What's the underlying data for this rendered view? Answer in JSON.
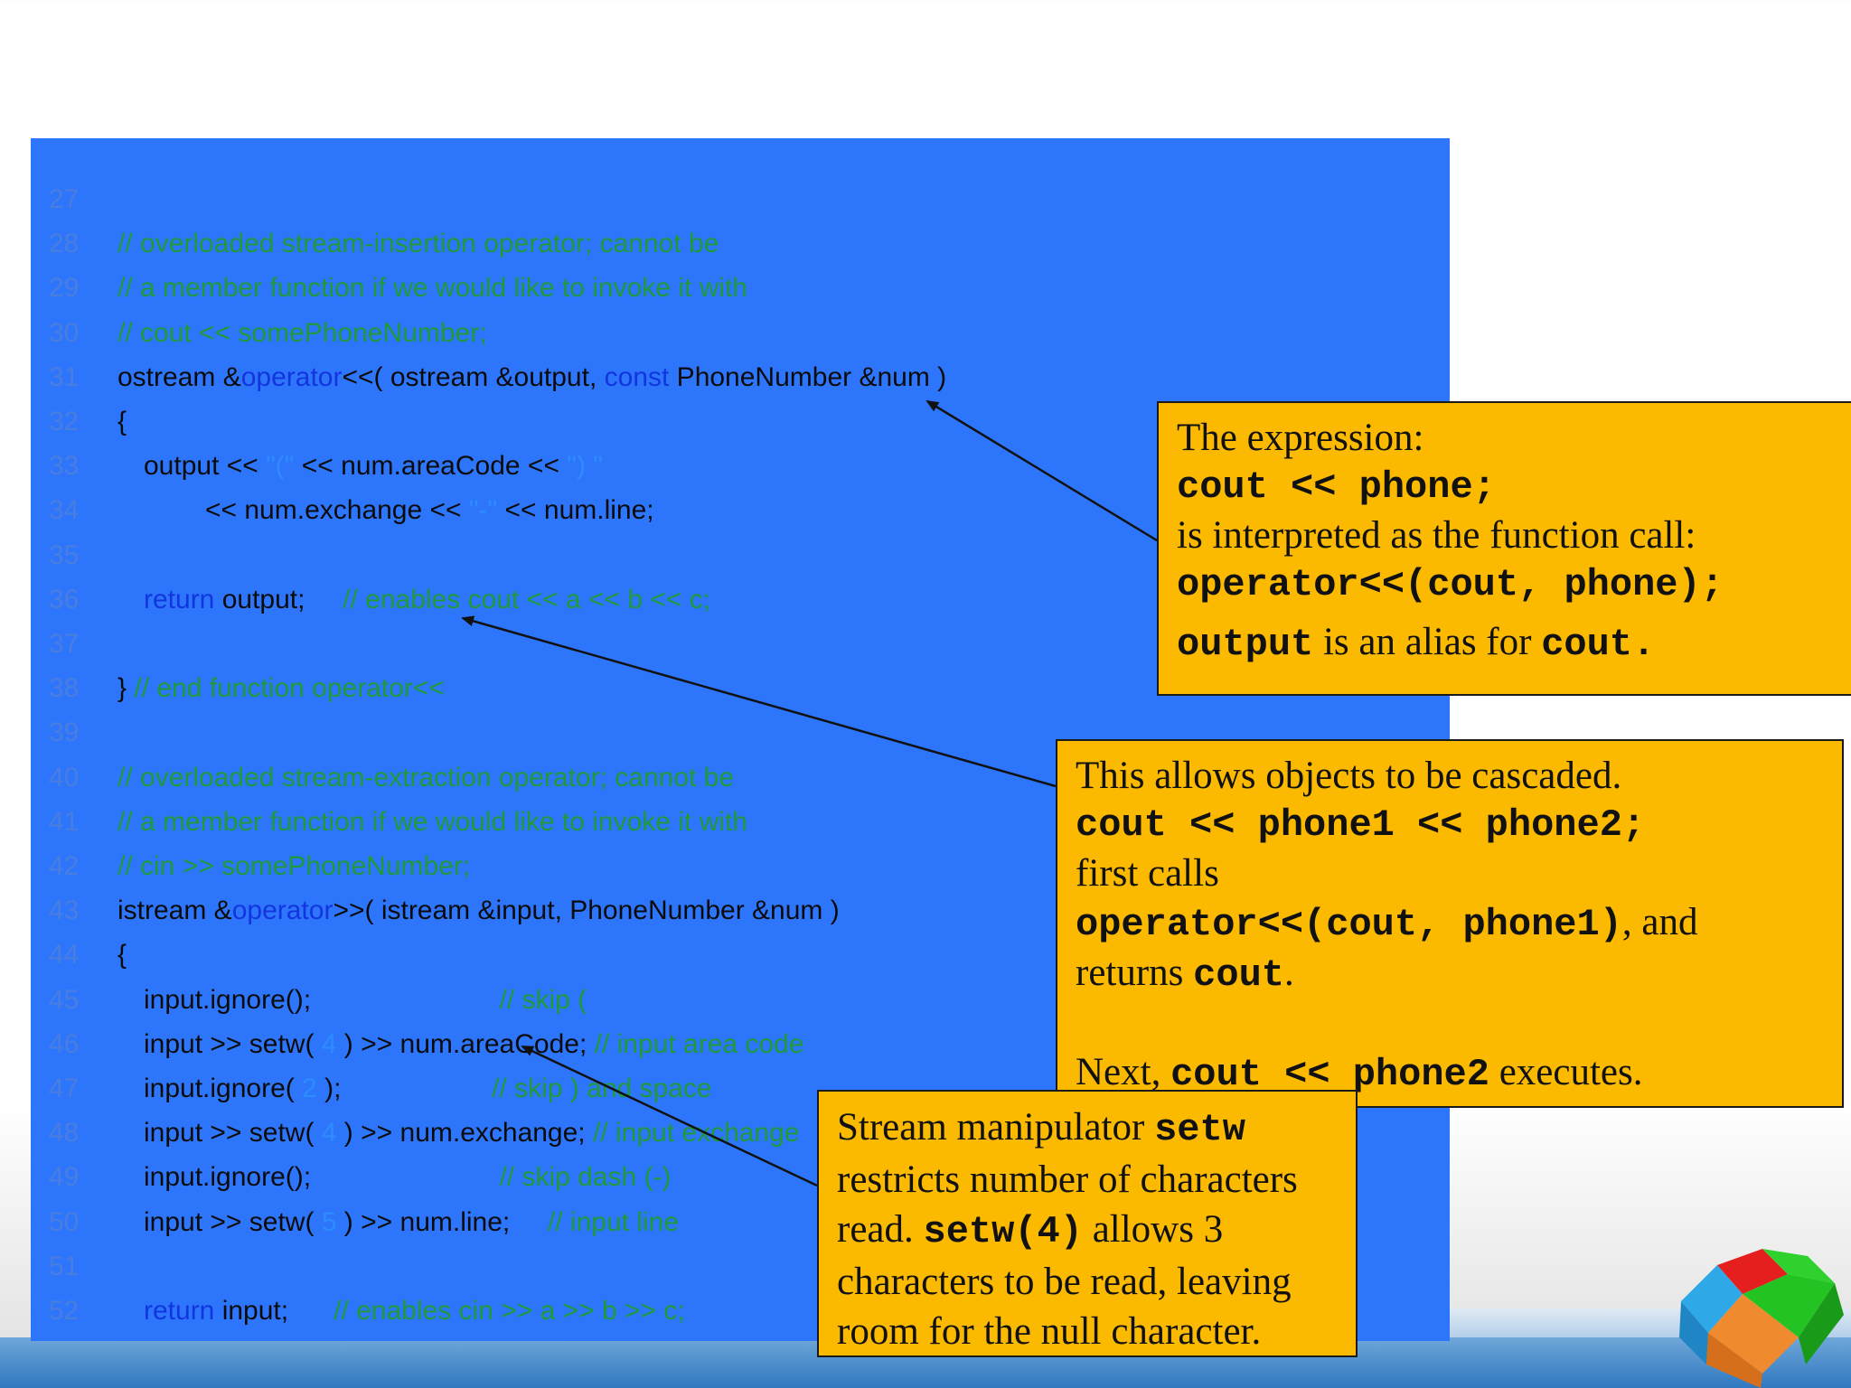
{
  "code": {
    "lines": [
      {
        "n": "27",
        "tokens": []
      },
      {
        "n": "28",
        "indent": 0,
        "tokens": [
          {
            "t": "// overloaded stream-insertion operator; cannot be",
            "c": "c"
          }
        ]
      },
      {
        "n": "29",
        "indent": 0,
        "tokens": [
          {
            "t": "// a member function if we would like to invoke it with",
            "c": "c"
          }
        ]
      },
      {
        "n": "30",
        "indent": 0,
        "tokens": [
          {
            "t": "// cout << somePhoneNumber;",
            "c": "c"
          }
        ]
      },
      {
        "n": "31",
        "indent": 0,
        "tokens": [
          {
            "t": "ostream &",
            "c": "t"
          },
          {
            "t": "operator",
            "c": "k"
          },
          {
            "t": "<<( ostream &output, ",
            "c": "t"
          },
          {
            "t": "const",
            "c": "k"
          },
          {
            "t": " PhoneNumber &num )",
            "c": "t"
          }
        ]
      },
      {
        "n": "32",
        "indent": 0,
        "tokens": [
          {
            "t": "{",
            "c": "t"
          }
        ]
      },
      {
        "n": "33",
        "indent": 1,
        "tokens": [
          {
            "t": "output << ",
            "c": "t"
          },
          {
            "t": "\"(\"",
            "c": "s"
          },
          {
            "t": " << num.areaCode << ",
            "c": "t"
          },
          {
            "t": "\") \"",
            "c": "s"
          }
        ]
      },
      {
        "n": "34",
        "indent": 2,
        "tokens": [
          {
            "t": "<< num.exchange << ",
            "c": "t"
          },
          {
            "t": "\"-\"",
            "c": "s"
          },
          {
            "t": " << num.line;",
            "c": "t"
          }
        ]
      },
      {
        "n": "35",
        "tokens": []
      },
      {
        "n": "36",
        "indent": 1,
        "tokens": [
          {
            "t": "return",
            "c": "k"
          },
          {
            "t": " output;     ",
            "c": "t"
          },
          {
            "t": "// enables cout << a << b << c;",
            "c": "c"
          }
        ]
      },
      {
        "n": "37",
        "tokens": []
      },
      {
        "n": "38",
        "indent": 0,
        "tokens": [
          {
            "t": "} ",
            "c": "t"
          },
          {
            "t": "// end function operator<<",
            "c": "c"
          }
        ]
      },
      {
        "n": "39",
        "tokens": []
      },
      {
        "n": "40",
        "indent": 0,
        "tokens": [
          {
            "t": "// overloaded stream-extraction operator; cannot be",
            "c": "c"
          }
        ]
      },
      {
        "n": "41",
        "indent": 0,
        "tokens": [
          {
            "t": "// a member function if we would like to invoke it with",
            "c": "c"
          }
        ]
      },
      {
        "n": "42",
        "indent": 0,
        "tokens": [
          {
            "t": "// cin >> somePhoneNumber;",
            "c": "c"
          }
        ]
      },
      {
        "n": "43",
        "indent": 0,
        "tokens": [
          {
            "t": "istream &",
            "c": "t"
          },
          {
            "t": "operator",
            "c": "k"
          },
          {
            "t": ">>( istream &input, PhoneNumber &num )",
            "c": "t"
          }
        ]
      },
      {
        "n": "44",
        "indent": 0,
        "tokens": [
          {
            "t": "{",
            "c": "t"
          }
        ]
      },
      {
        "n": "45",
        "indent": 1,
        "tokens": [
          {
            "t": "input.ignore();                         ",
            "c": "t"
          },
          {
            "t": "// skip (",
            "c": "c"
          }
        ]
      },
      {
        "n": "46",
        "indent": 1,
        "tokens": [
          {
            "t": "input >> setw( ",
            "c": "t"
          },
          {
            "t": "4",
            "c": "s"
          },
          {
            "t": " ) >> num.areaCode; ",
            "c": "t"
          },
          {
            "t": "// input area code",
            "c": "c"
          }
        ]
      },
      {
        "n": "47",
        "indent": 1,
        "tokens": [
          {
            "t": "input.ignore( ",
            "c": "t"
          },
          {
            "t": "2",
            "c": "s"
          },
          {
            "t": " );                    ",
            "c": "t"
          },
          {
            "t": "// skip ) and space",
            "c": "c"
          }
        ]
      },
      {
        "n": "48",
        "indent": 1,
        "tokens": [
          {
            "t": "input >> setw( ",
            "c": "t"
          },
          {
            "t": "4",
            "c": "s"
          },
          {
            "t": " ) >> num.exchange; ",
            "c": "t"
          },
          {
            "t": "// input exchange",
            "c": "c"
          }
        ]
      },
      {
        "n": "49",
        "indent": 1,
        "tokens": [
          {
            "t": "input.ignore();                         ",
            "c": "t"
          },
          {
            "t": "// skip dash (-)",
            "c": "c"
          }
        ]
      },
      {
        "n": "50",
        "indent": 1,
        "tokens": [
          {
            "t": "input >> setw( ",
            "c": "t"
          },
          {
            "t": "5",
            "c": "s"
          },
          {
            "t": " ) >> num.line;     ",
            "c": "t"
          },
          {
            "t": "// input line",
            "c": "c"
          }
        ]
      },
      {
        "n": "51",
        "tokens": []
      },
      {
        "n": "52",
        "indent": 1,
        "tokens": [
          {
            "t": "return",
            "c": "k"
          },
          {
            "t": " input;      ",
            "c": "t"
          },
          {
            "t": "// enables cin >> a >> b >> c;",
            "c": "c"
          }
        ]
      }
    ]
  },
  "callout1": {
    "l1": "The expression:",
    "l2": "cout << phone;",
    "l3": "is interpreted as the function call:",
    "l4": "operator<<(cout, phone);",
    "l5a": "output",
    "l5b": " is an alias for ",
    "l5c": "cout."
  },
  "callout2": {
    "l1": "This allows objects to be cascaded.",
    "l2": "cout << phone1 << phone2;",
    "l3": "first calls",
    "l4a": "operator<<(cout, phone1)",
    "l4b": ", and",
    "l5a": "returns ",
    "l5b": "cout",
    "l5c": ".",
    "l6a": "Next, ",
    "l6b": "cout << phone2",
    "l6c": " executes."
  },
  "callout3": {
    "l1a": "Stream manipulator ",
    "l1b": "setw",
    "l2": "restricts number of characters",
    "l3a": "read. ",
    "l3b": "setw(4)",
    "l3c": " allows 3",
    "l4": "characters to be read, leaving",
    "l5": "room for the null character."
  }
}
